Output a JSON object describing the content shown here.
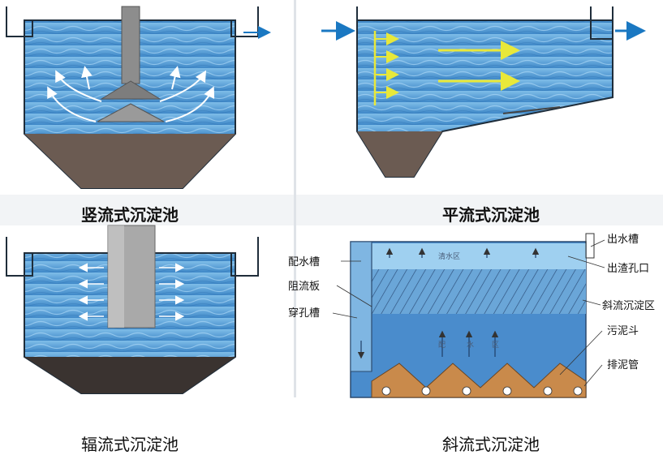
{
  "captions": {
    "vertical": "竖流式沉淀池",
    "horizontal": "平流式沉淀池",
    "radial": "辐流式沉淀池",
    "inclined": "斜流式沉淀池"
  },
  "inclined_labels": {
    "distribution_channel": "配水槽",
    "baffle": "阻流板",
    "perforated_channel": "穿孔槽",
    "outlet_channel": "出水槽",
    "scum_outlet": "出渣孔口",
    "settling_zone": "斜流沉淀区",
    "sludge_hopper": "污泥斗",
    "sludge_pipe": "排泥管",
    "clear_zone": "清水区",
    "flow_text": [
      "配",
      "水",
      "区"
    ]
  },
  "colors": {
    "water": "#4f9bd6",
    "water_light": "#8cc4ea",
    "sludge": "#6b5b52",
    "arrow_blue": "#1a78c2",
    "flow_yellow": "#e8e83a",
    "sand": "#c98a4b"
  }
}
